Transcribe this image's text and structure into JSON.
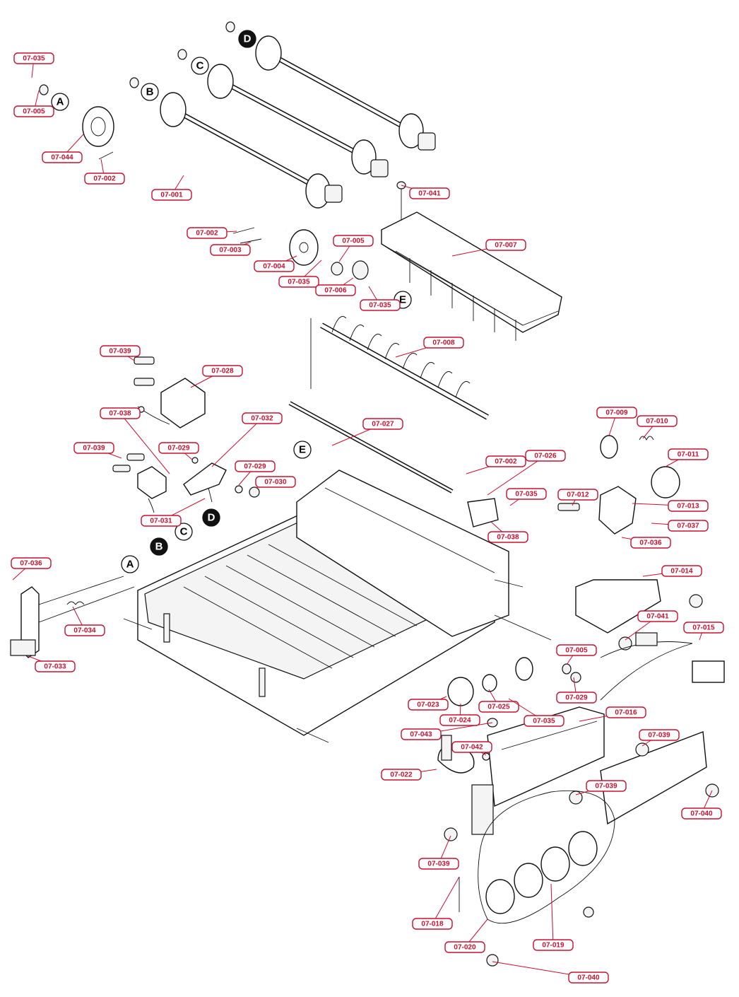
{
  "labels": [
    {
      "id": "l01",
      "text": "07-035"
    },
    {
      "id": "l02",
      "text": "07-005"
    },
    {
      "id": "l03",
      "text": "07-044"
    },
    {
      "id": "l04",
      "text": "07-002"
    },
    {
      "id": "l05",
      "text": "07-001"
    },
    {
      "id": "l06",
      "text": "07-002"
    },
    {
      "id": "l07",
      "text": "07-003"
    },
    {
      "id": "l08",
      "text": "07-004"
    },
    {
      "id": "l09",
      "text": "07-035"
    },
    {
      "id": "l10",
      "text": "07-005"
    },
    {
      "id": "l11",
      "text": "07-006"
    },
    {
      "id": "l12",
      "text": "07-035"
    },
    {
      "id": "l13",
      "text": "07-041"
    },
    {
      "id": "l14",
      "text": "07-007"
    },
    {
      "id": "l15",
      "text": "07-008"
    },
    {
      "id": "l16",
      "text": "07-039"
    },
    {
      "id": "l17",
      "text": "07-028"
    },
    {
      "id": "l18",
      "text": "07-038"
    },
    {
      "id": "l19",
      "text": "07-032"
    },
    {
      "id": "l20",
      "text": "07-027"
    },
    {
      "id": "l21",
      "text": "07-029"
    },
    {
      "id": "l22",
      "text": "07-039"
    },
    {
      "id": "l23",
      "text": "07-029"
    },
    {
      "id": "l24",
      "text": "07-030"
    },
    {
      "id": "l25",
      "text": "07-031"
    },
    {
      "id": "l26",
      "text": "07-009"
    },
    {
      "id": "l27",
      "text": "07-010"
    },
    {
      "id": "l28",
      "text": "07-011"
    },
    {
      "id": "l29",
      "text": "07-026"
    },
    {
      "id": "l30",
      "text": "07-002"
    },
    {
      "id": "l31",
      "text": "07-035"
    },
    {
      "id": "l32",
      "text": "07-012"
    },
    {
      "id": "l33",
      "text": "07-013"
    },
    {
      "id": "l34",
      "text": "07-037"
    },
    {
      "id": "l35",
      "text": "07-038"
    },
    {
      "id": "l36",
      "text": "07-036"
    },
    {
      "id": "l37",
      "text": "07-036"
    },
    {
      "id": "l38",
      "text": "07-014"
    },
    {
      "id": "l39",
      "text": "07-034"
    },
    {
      "id": "l40",
      "text": "07-041"
    },
    {
      "id": "l41",
      "text": "07-015"
    },
    {
      "id": "l42",
      "text": "07-033"
    },
    {
      "id": "l43",
      "text": "07-005"
    },
    {
      "id": "l44",
      "text": "07-029"
    },
    {
      "id": "l45",
      "text": "07-023"
    },
    {
      "id": "l46",
      "text": "07-025"
    },
    {
      "id": "l47",
      "text": "07-024"
    },
    {
      "id": "l48",
      "text": "07-035"
    },
    {
      "id": "l49",
      "text": "07-016"
    },
    {
      "id": "l50",
      "text": "07-043"
    },
    {
      "id": "l51",
      "text": "07-039"
    },
    {
      "id": "l52",
      "text": "07-042"
    },
    {
      "id": "l53",
      "text": "07-022"
    },
    {
      "id": "l54",
      "text": "07-039"
    },
    {
      "id": "l55",
      "text": "07-040"
    },
    {
      "id": "l56",
      "text": "07-039"
    },
    {
      "id": "l57",
      "text": "07-018"
    },
    {
      "id": "l58",
      "text": "07-020"
    },
    {
      "id": "l59",
      "text": "07-019"
    },
    {
      "id": "l60",
      "text": "07-040"
    }
  ],
  "markers": [
    {
      "id": "mA1",
      "text": "A",
      "style": "outline"
    },
    {
      "id": "mB1",
      "text": "B",
      "style": "outline"
    },
    {
      "id": "mC1",
      "text": "C",
      "style": "outline"
    },
    {
      "id": "mD1",
      "text": "D",
      "style": "filled"
    },
    {
      "id": "mE1",
      "text": "E",
      "style": "outline"
    },
    {
      "id": "mE2",
      "text": "E",
      "style": "outline"
    },
    {
      "id": "mD2",
      "text": "D",
      "style": "filled"
    },
    {
      "id": "mC2",
      "text": "C",
      "style": "outline"
    },
    {
      "id": "mB2",
      "text": "B",
      "style": "filled"
    },
    {
      "id": "mA2",
      "text": "A",
      "style": "outline"
    }
  ],
  "colors": {
    "label_red": "#c8102e",
    "line_ink": "#111111"
  }
}
